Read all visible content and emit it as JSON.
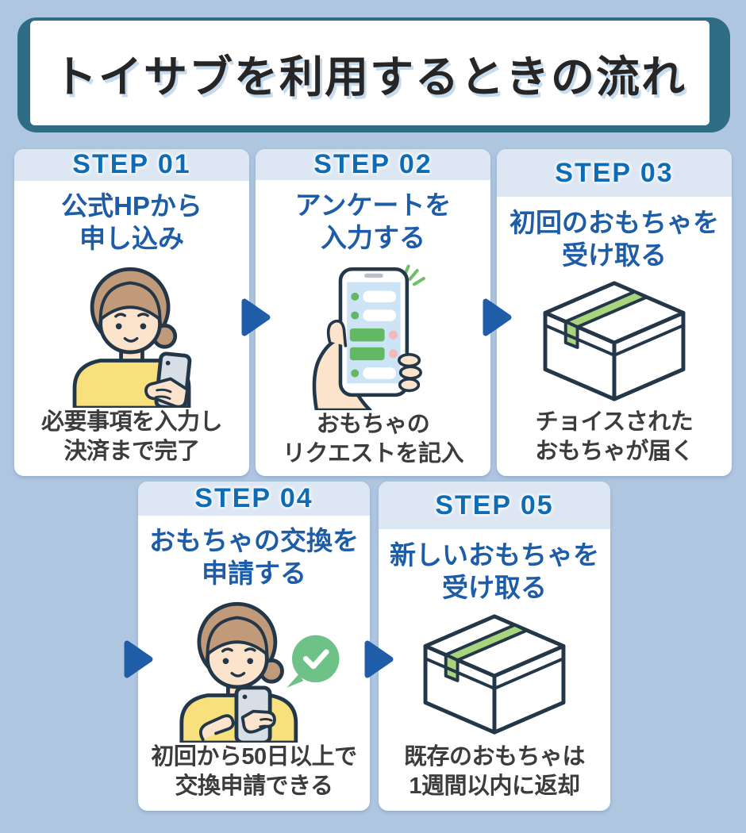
{
  "header": {
    "title": "トイサブを利用するときの流れ"
  },
  "steps": [
    {
      "label": "STEP 01",
      "title_line1": "公式HPから",
      "title_line2": "申し込み",
      "desc_line1": "必要事項を入力し",
      "desc_line2": "決済まで完了",
      "illustration": "woman-with-phone"
    },
    {
      "label": "STEP 02",
      "title_line1": "アンケートを",
      "title_line2": "入力する",
      "desc_line1": "おもちゃの",
      "desc_line2": "リクエストを記入",
      "illustration": "hand-phone-survey"
    },
    {
      "label": "STEP 03",
      "title_line1": "初回のおもちゃを",
      "title_line2": "受け取る",
      "desc_line1": "チョイスされた",
      "desc_line2": "おもちゃが届く",
      "illustration": "delivery-box"
    },
    {
      "label": "STEP 04",
      "title_line1": "おもちゃの交換を",
      "title_line2": "申請する",
      "desc_line1": "初回から50日以上で",
      "desc_line2": "交換申請できる",
      "illustration": "woman-phone-check"
    },
    {
      "label": "STEP 05",
      "title_line1": "新しいおもちゃを",
      "title_line2": "受け取る",
      "desc_line1": "既存のおもちゃは",
      "desc_line2": "1週間以内に返却",
      "illustration": "delivery-box"
    }
  ],
  "colors": {
    "ui": {
      "page-bg": "#aec6e0",
      "frame-teal": "#2f6c86",
      "panel-white": "#ffffff",
      "title-text": "#262626",
      "title-shadow": "#c6dbee",
      "card-head-bg": "#dde7f4",
      "step-label-blue": "#0e6cb5",
      "card-title-blue": "#1d5ca7",
      "desc-text": "#3c3c3c",
      "arrow-blue": "#1f5da8"
    },
    "illustration": {
      "outline-navy": "#233748",
      "skin": "#fbe4cb",
      "hair-brown": "#c09a79",
      "sweater-yellow": "#f8e17c",
      "phone-gray": "#d7dee5",
      "screen-blue": "#cde3f6",
      "form-green": "#63b963",
      "tape-green": "#a9d47e",
      "check-green": "#6fc287",
      "pink": "#f3b7bc"
    }
  }
}
